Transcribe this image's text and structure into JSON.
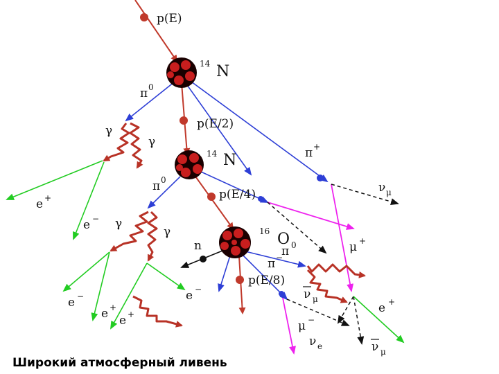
{
  "caption": "Широкий атмосферный ливень",
  "colors": {
    "proton": "#c0392b",
    "pion_charged": "#2e3fd6",
    "photon": "#b83226",
    "electron": "#22cc22",
    "muon": "#ee22ee",
    "neutrino": "#111111",
    "nucleus_dark": "#1a0000",
    "nucleus_red": "#c81e1e"
  },
  "labels": {
    "p_E": "p(E)",
    "n14_top": "14",
    "n_top": "N",
    "pi0_top": "π",
    "pi0_top_sup": "0",
    "gamma_a": "γ",
    "gamma_b": "γ",
    "p_E2": "p(E/2)",
    "n14_mid": "14",
    "n_mid": "N",
    "pi_plus": "π",
    "pi_plus_sup": "+",
    "e_plus_left": "e",
    "e_plus_left_sup": "+",
    "e_minus_left": "e",
    "e_minus_left_sup": "−",
    "pi0_mid": "π",
    "pi0_mid_sup": "0",
    "gamma_c": "γ",
    "gamma_d": "γ",
    "p_E4": "p(E/4)",
    "nu_mu_top": "ν",
    "nu_mu_top_sub": "μ",
    "o16": "16",
    "o": "O",
    "pi0_low": "π",
    "pi0_low_sup": "0",
    "mu_plus": "μ",
    "mu_plus_sup": "+",
    "n_neutron": "n",
    "pi_minus": "π",
    "pi_minus_sup": "−",
    "p_E8": "p(E/8)",
    "e_minus_mid": "e",
    "e_minus_mid_sup": "−",
    "anti_nu_mu_mid": "ν",
    "anti_nu_mu_mid_sub": "μ",
    "e_minus_low": "e",
    "e_minus_low_sup": "−",
    "e_plus_low1": "e",
    "e_plus_low1_sup": "+",
    "e_plus_low2": "e",
    "e_plus_low2_sup": "+",
    "mu_minus": "μ",
    "mu_minus_sup": "−",
    "nu_e": "ν",
    "nu_e_sub": "e",
    "anti_nu_mu_low": "ν",
    "anti_nu_mu_low_sub": "μ",
    "e_plus_right": "e",
    "e_plus_right_sup": "+"
  }
}
